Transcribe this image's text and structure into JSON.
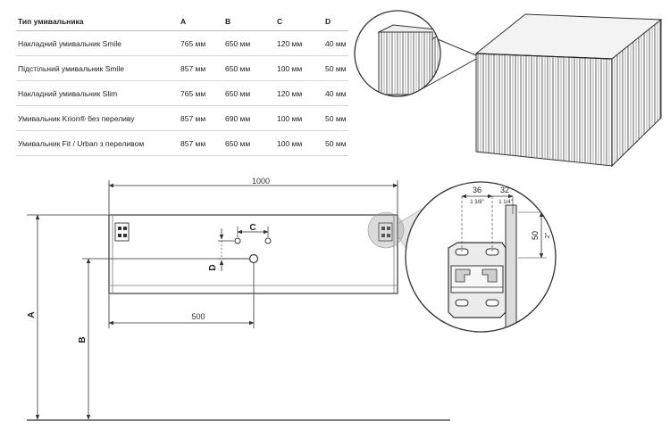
{
  "table": {
    "headers": [
      "Тип умивальника",
      "A",
      "B",
      "C",
      "D"
    ],
    "rows": [
      [
        "Накладний умивальник Smile",
        "765 мм",
        "650 мм",
        "120 мм",
        "40 мм"
      ],
      [
        "Підстільний умивальник Smile",
        "857 мм",
        "650 мм",
        "100 мм",
        "50 мм"
      ],
      [
        "Накладний умивальник Slim",
        "765 мм",
        "650 мм",
        "120 мм",
        "40 мм"
      ],
      [
        "Умивальник Krion® без переливу",
        "857 мм",
        "690 мм",
        "100 мм",
        "50 мм"
      ],
      [
        "Умивальник Fit / Urban з переливом",
        "857 мм",
        "650 мм",
        "100 мм",
        "50 мм"
      ]
    ]
  },
  "drawing": {
    "width_label": "1000",
    "offset_label": "500",
    "label_a": "A",
    "label_b": "B",
    "label_c": "C",
    "label_d": "D"
  },
  "detail": {
    "dim_36": "36",
    "dim_32": "32",
    "dim_50": "50",
    "inch_a": "1 3/8\"",
    "inch_b": "1 1/4\"",
    "inch_c": "2\""
  }
}
